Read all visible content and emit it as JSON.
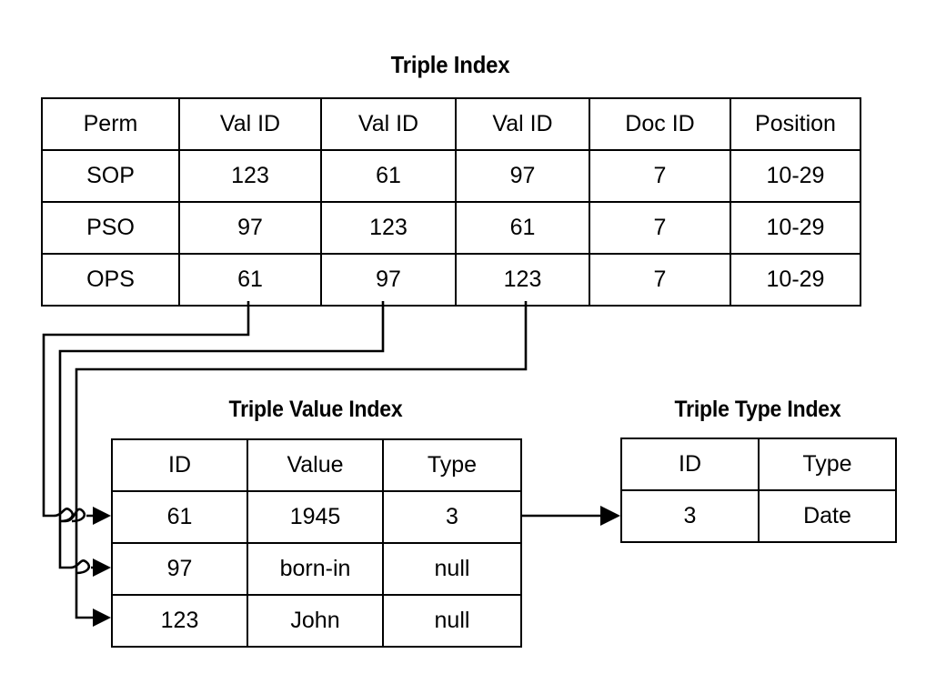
{
  "diagram": {
    "title_triple_index": "Triple Index",
    "title_triple_value_index": "Triple Value Index",
    "title_triple_type_index": "Triple Type Index",
    "colors": {
      "stroke": "#000000",
      "background": "#ffffff",
      "text": "#000000"
    }
  },
  "triple_index": {
    "headers": [
      "Perm",
      "Val ID",
      "Val ID",
      "Val ID",
      "Doc ID",
      "Position"
    ],
    "rows": [
      [
        "SOP",
        "123",
        "61",
        "97",
        "7",
        "10-29"
      ],
      [
        "PSO",
        "97",
        "123",
        "61",
        "7",
        "10-29"
      ],
      [
        "OPS",
        "61",
        "97",
        "123",
        "7",
        "10-29"
      ]
    ]
  },
  "triple_value_index": {
    "headers": [
      "ID",
      "Value",
      "Type"
    ],
    "rows": [
      [
        "61",
        "1945",
        "3"
      ],
      [
        "97",
        "born-in",
        "null"
      ],
      [
        "123",
        "John",
        "null"
      ]
    ]
  },
  "triple_type_index": {
    "headers": [
      "ID",
      "Type"
    ],
    "rows": [
      [
        "3",
        "Date"
      ]
    ]
  },
  "connectors": {
    "edges": [
      {
        "name": "ops-val1-to-value-61",
        "from": "triple-index.row-OPS.val-id-1",
        "to": "triple-value-index.row-61"
      },
      {
        "name": "ops-val2-to-value-97",
        "from": "triple-index.row-OPS.val-id-2",
        "to": "triple-value-index.row-97"
      },
      {
        "name": "ops-val3-to-value-123",
        "from": "triple-index.row-OPS.val-id-3",
        "to": "triple-value-index.row-123"
      },
      {
        "name": "value-type-3-to-type-index",
        "from": "triple-value-index.row-61.type",
        "to": "triple-type-index.row-3"
      }
    ]
  }
}
